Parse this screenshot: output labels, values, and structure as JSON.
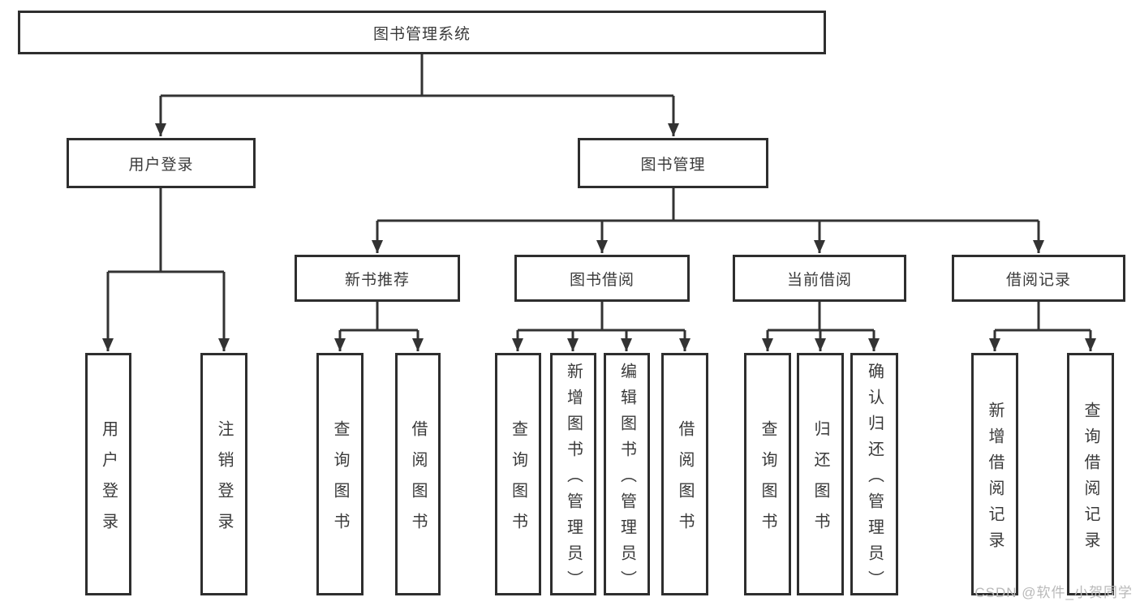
{
  "colors": {
    "background": "#ffffff",
    "line": "#333333",
    "box_border": "#2e2e2e",
    "text": "#3a3a3a",
    "watermark": "#b9b9b9"
  },
  "tree": {
    "root": {
      "label": "图书管理系统",
      "children": [
        {
          "label": "用户登录",
          "children": [
            {
              "label": "用户登录"
            },
            {
              "label": "注销登录"
            }
          ]
        },
        {
          "label": "图书管理",
          "children": [
            {
              "label": "新书推荐",
              "children": [
                {
                  "label": "查询图书"
                },
                {
                  "label": "借阅图书"
                }
              ]
            },
            {
              "label": "图书借阅",
              "children": [
                {
                  "label": "查询图书"
                },
                {
                  "label": "新增图书（管理员）"
                },
                {
                  "label": "编辑图书（管理员）"
                },
                {
                  "label": "借阅图书"
                }
              ]
            },
            {
              "label": "当前借阅",
              "children": [
                {
                  "label": "查询图书"
                },
                {
                  "label": "归还图书"
                },
                {
                  "label": "确认归还（管理员）"
                }
              ]
            },
            {
              "label": "借阅记录",
              "children": [
                {
                  "label": "新增借阅记录"
                },
                {
                  "label": "查询借阅记录"
                }
              ]
            }
          ]
        }
      ]
    }
  },
  "watermark": {
    "text": "CSDN @软件_小贺同学"
  }
}
